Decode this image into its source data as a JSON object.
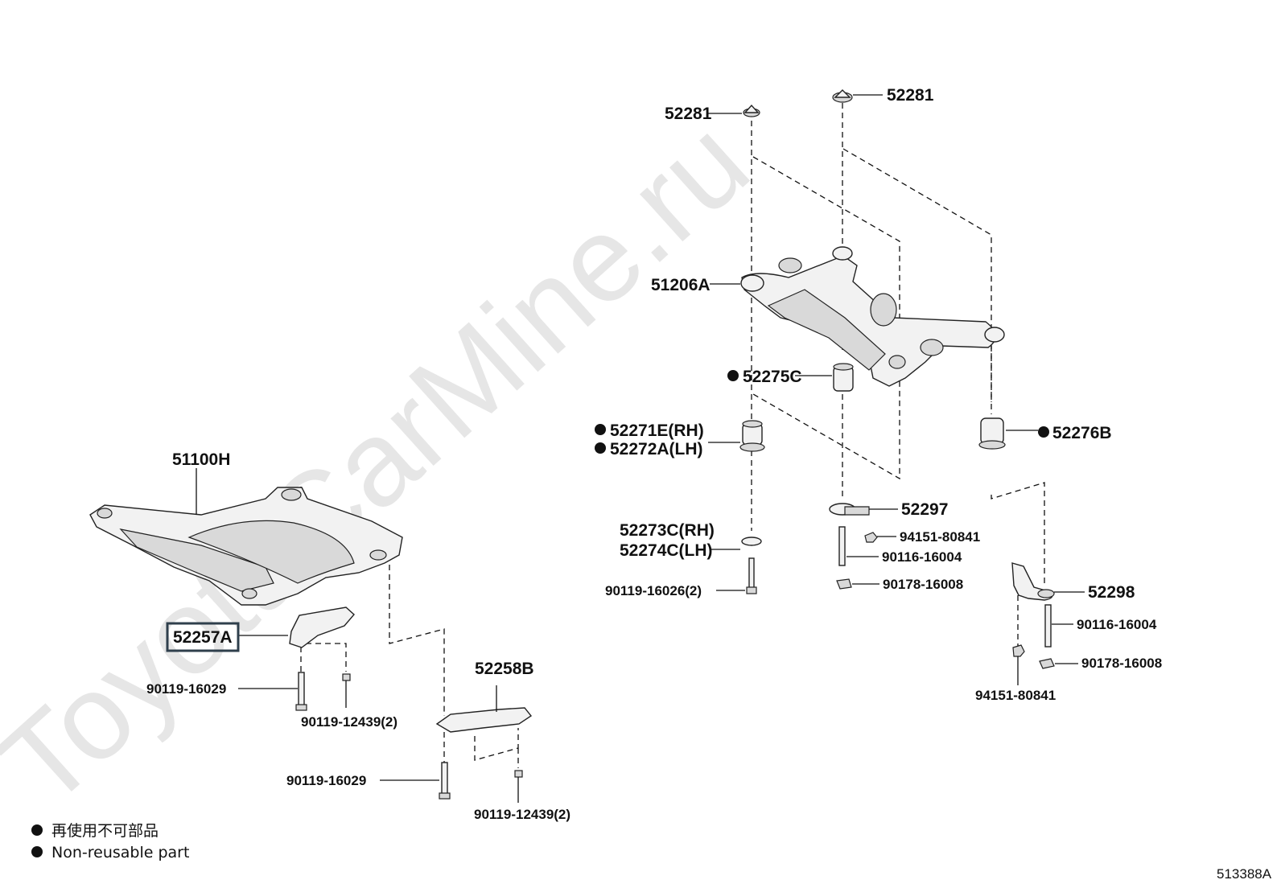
{
  "watermark": "ToyotaCarMine.ru",
  "diagram_code": "513388A",
  "legend": {
    "jp_label": "再使用不可部品",
    "en_label": "Non-reusable part"
  },
  "labels": {
    "p52281_a": "52281",
    "p52281_b": "52281",
    "p51206A": "51206A",
    "p52275C": "52275C",
    "p52271E": "52271E(RH)",
    "p52272A": "52272A(LH)",
    "p52276B": "52276B",
    "p52297": "52297",
    "p94151_a": "94151-80841",
    "p90116_a": "90116-16004",
    "p90178_a": "90178-16008",
    "p52273C": "52273C(RH)",
    "p52274C": "52274C(LH)",
    "p90119_16026": "90119-16026(2)",
    "p52298": "52298",
    "p90116_b": "90116-16004",
    "p90178_b": "90178-16008",
    "p94151_b": "94151-80841",
    "p51100H": "51100H",
    "p52257A": "52257A",
    "p90119_16029_a": "90119-16029",
    "p90119_12439_a": "90119-12439(2)",
    "p52258B": "52258B",
    "p90119_16029_b": "90119-16029",
    "p90119_12439_b": "90119-12439(2)"
  }
}
